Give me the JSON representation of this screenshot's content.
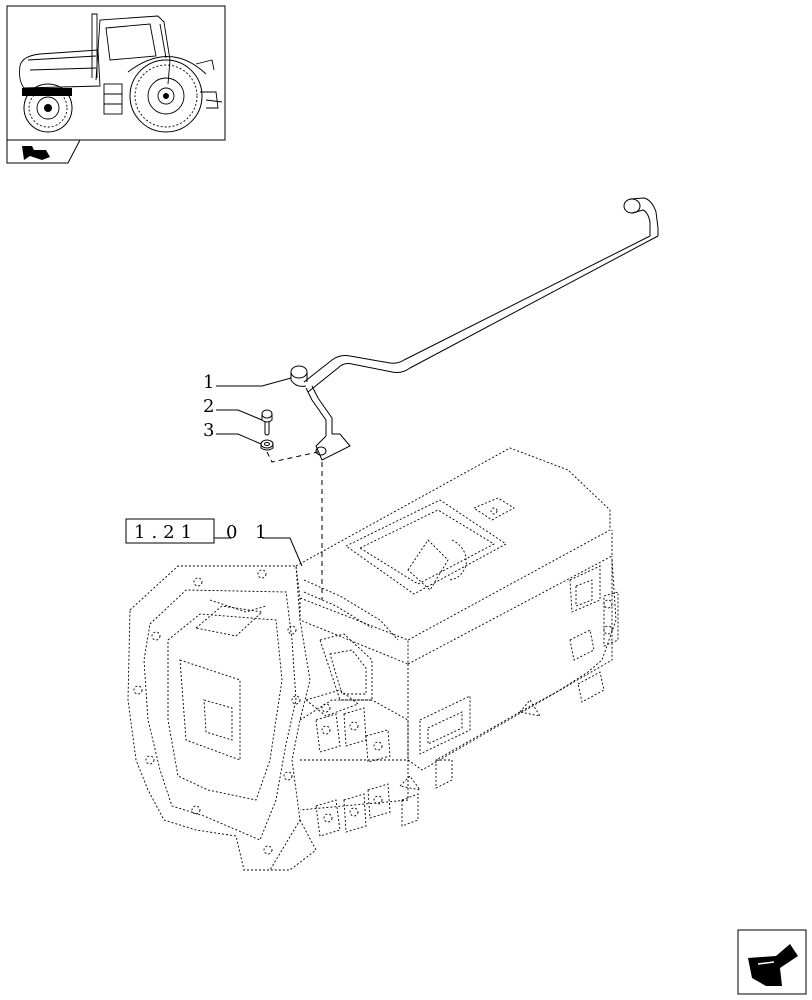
{
  "callouts": [
    {
      "number": "1",
      "part": "pipe"
    },
    {
      "number": "2",
      "part": "screw"
    },
    {
      "number": "3",
      "part": "washer"
    }
  ],
  "reference": {
    "boxed_text": "1.21",
    "trailing_text": "0 1"
  },
  "icons": {
    "thumbnail": "tractor-thumbnail-icon",
    "nav_back": "arrow-left-nav-icon",
    "nav_next": "arrow-next-page-icon"
  }
}
